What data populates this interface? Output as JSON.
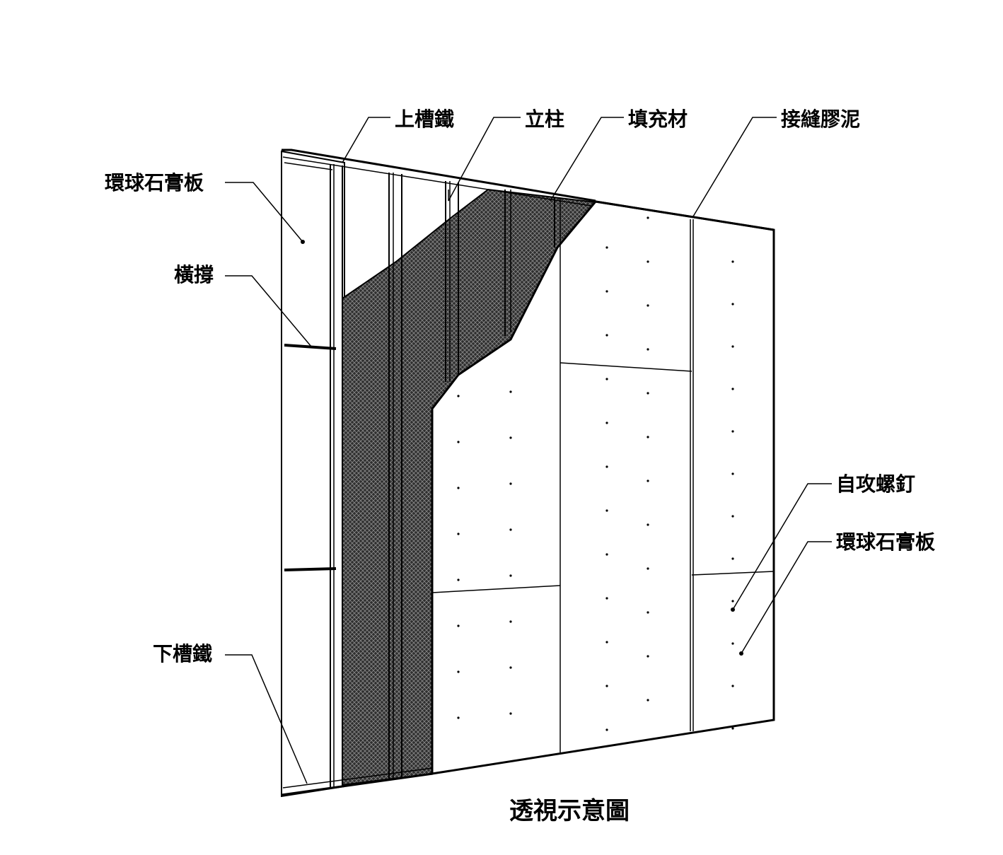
{
  "diagram": {
    "caption": "透視示意圖",
    "colors": {
      "line": "#000000",
      "insulation_fill": "#3a3a3a",
      "background": "#ffffff"
    },
    "labels": {
      "top_track": "上槽鐵",
      "stud": "立柱",
      "insulation": "填充材",
      "joint_compound": "接縫膠泥",
      "gypsum_board_back": "環球石膏板",
      "cross_brace": "橫撐",
      "bottom_track": "下槽鐵",
      "self_tapping_screw": "自攻螺釘",
      "gypsum_board_front": "環球石膏板"
    }
  }
}
